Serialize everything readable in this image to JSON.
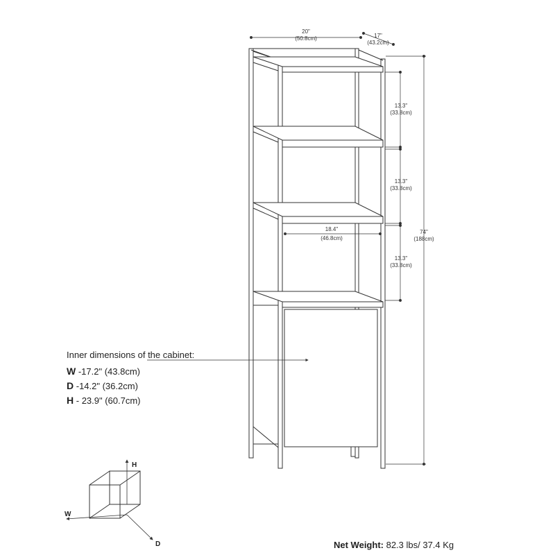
{
  "dimensions": {
    "width": {
      "in": "20\"",
      "cm": "(50.8cm)"
    },
    "depth": {
      "in": "17\"",
      "cm": "(43.2cm)"
    },
    "height": {
      "in": "74\"",
      "cm": "(188cm)"
    },
    "shelf_gap_1": {
      "in": "13.3\"",
      "cm": "(33.8cm)"
    },
    "shelf_gap_2": {
      "in": "13.3\"",
      "cm": "(33.8cm)"
    },
    "shelf_gap_3": {
      "in": "13.3\"",
      "cm": "(33.8cm)"
    },
    "shelf_width": {
      "in": "18.4\"",
      "cm": "(46.8cm)"
    }
  },
  "cabinet": {
    "title": "Inner dimensions of the cabinet:",
    "rows": [
      {
        "key": "W",
        "value": "-17.2\" (43.8cm)"
      },
      {
        "key": "D",
        "value": "-14.2\" (36.2cm)"
      },
      {
        "key": "H",
        "value": "- 23.9\" (60.7cm)"
      }
    ]
  },
  "axes": {
    "h": "H",
    "w": "W",
    "d": "D"
  },
  "net_weight": {
    "label": "Net Weight:",
    "value": " 82.3 lbs/ 37.4 Kg"
  },
  "colors": {
    "line": "#333333",
    "text": "#222222"
  }
}
